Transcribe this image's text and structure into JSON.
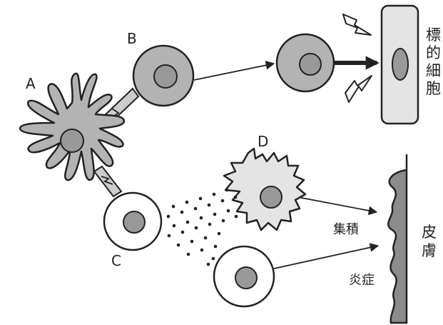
{
  "diagram": {
    "labels": {
      "cell_a": "A",
      "cell_b": "B",
      "cell_c": "C",
      "cell_d": "D",
      "target_cell": [
        "標",
        "的",
        "細",
        "胞"
      ],
      "skin": [
        "皮",
        "膚"
      ],
      "accumulation": "集積",
      "inflammation": "炎症"
    },
    "colors": {
      "cell_fill_gray": "#b3b3b3",
      "cell_fill_light": "#e4e4e4",
      "nucleus_fill": "#999999",
      "skin_fill": "#8c8c8c",
      "outline": "#222222",
      "background": "#ffffff"
    }
  }
}
